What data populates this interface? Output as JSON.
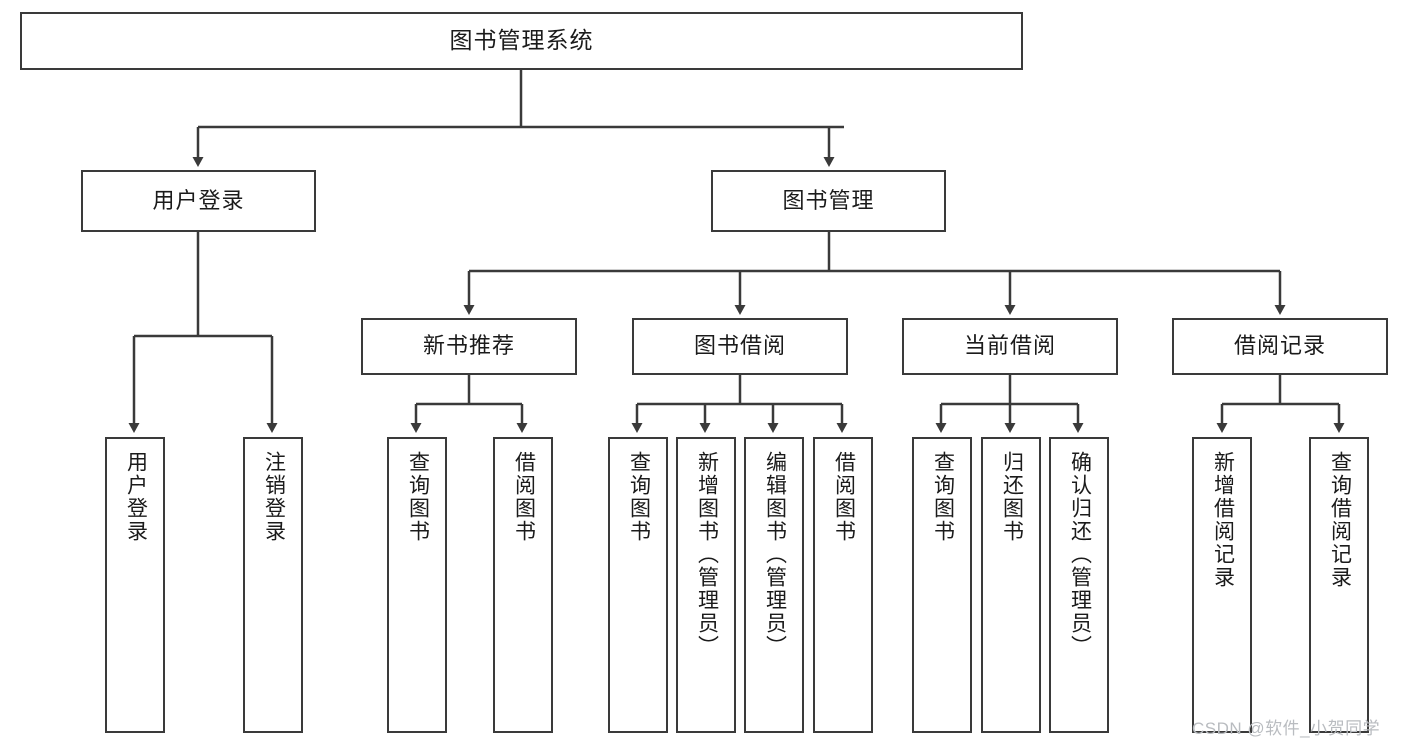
{
  "diagram": {
    "title": "图书管理系统",
    "watermark": "CSDN @软件_小贺同学",
    "stroke_color": "#3a3a3a",
    "text_color": "#1b1b1b",
    "background": "#ffffff",
    "root": {
      "label": "图书管理系统"
    },
    "level2": [
      {
        "label": "用户登录"
      },
      {
        "label": "图书管理"
      }
    ],
    "level3": [
      {
        "label": "新书推荐"
      },
      {
        "label": "图书借阅"
      },
      {
        "label": "当前借阅"
      },
      {
        "label": "借阅记录"
      }
    ],
    "leaves": {
      "user_login": [
        {
          "label": "用户登录"
        },
        {
          "label": "注销登录"
        }
      ],
      "new_book": [
        {
          "label": "查询图书"
        },
        {
          "label": "借阅图书"
        }
      ],
      "book_borrow": [
        {
          "label": "查询图书"
        },
        {
          "label": "新增图书（管理员）"
        },
        {
          "label": "编辑图书（管理员）"
        },
        {
          "label": "借阅图书"
        }
      ],
      "current_borrow": [
        {
          "label": "查询图书"
        },
        {
          "label": "归还图书"
        },
        {
          "label": "确认归还（管理员）"
        }
      ],
      "borrow_record": [
        {
          "label": "新增借阅记录"
        },
        {
          "label": "查询借阅记录"
        }
      ]
    }
  }
}
